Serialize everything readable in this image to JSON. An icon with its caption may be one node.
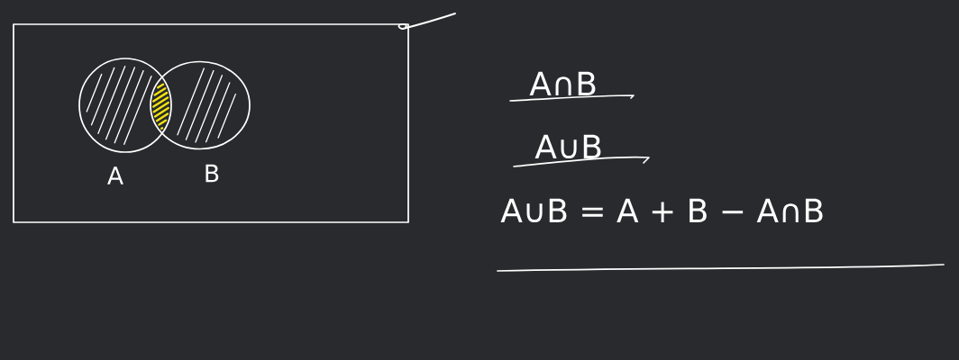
{
  "diagram": {
    "nodes": [
      {
        "text": [],
        "shape": "box"
      },
      {
        "text": [],
        "shape": "circle",
        "in": 0,
        "beside": [
          "A"
        ]
      },
      {
        "text": [],
        "shape": "circle",
        "in": 0,
        "beside": [
          "B"
        ]
      }
    ],
    "labels": [
      "A∩B",
      "A∪B",
      "A∪B = A + B − A∩B"
    ]
  }
}
